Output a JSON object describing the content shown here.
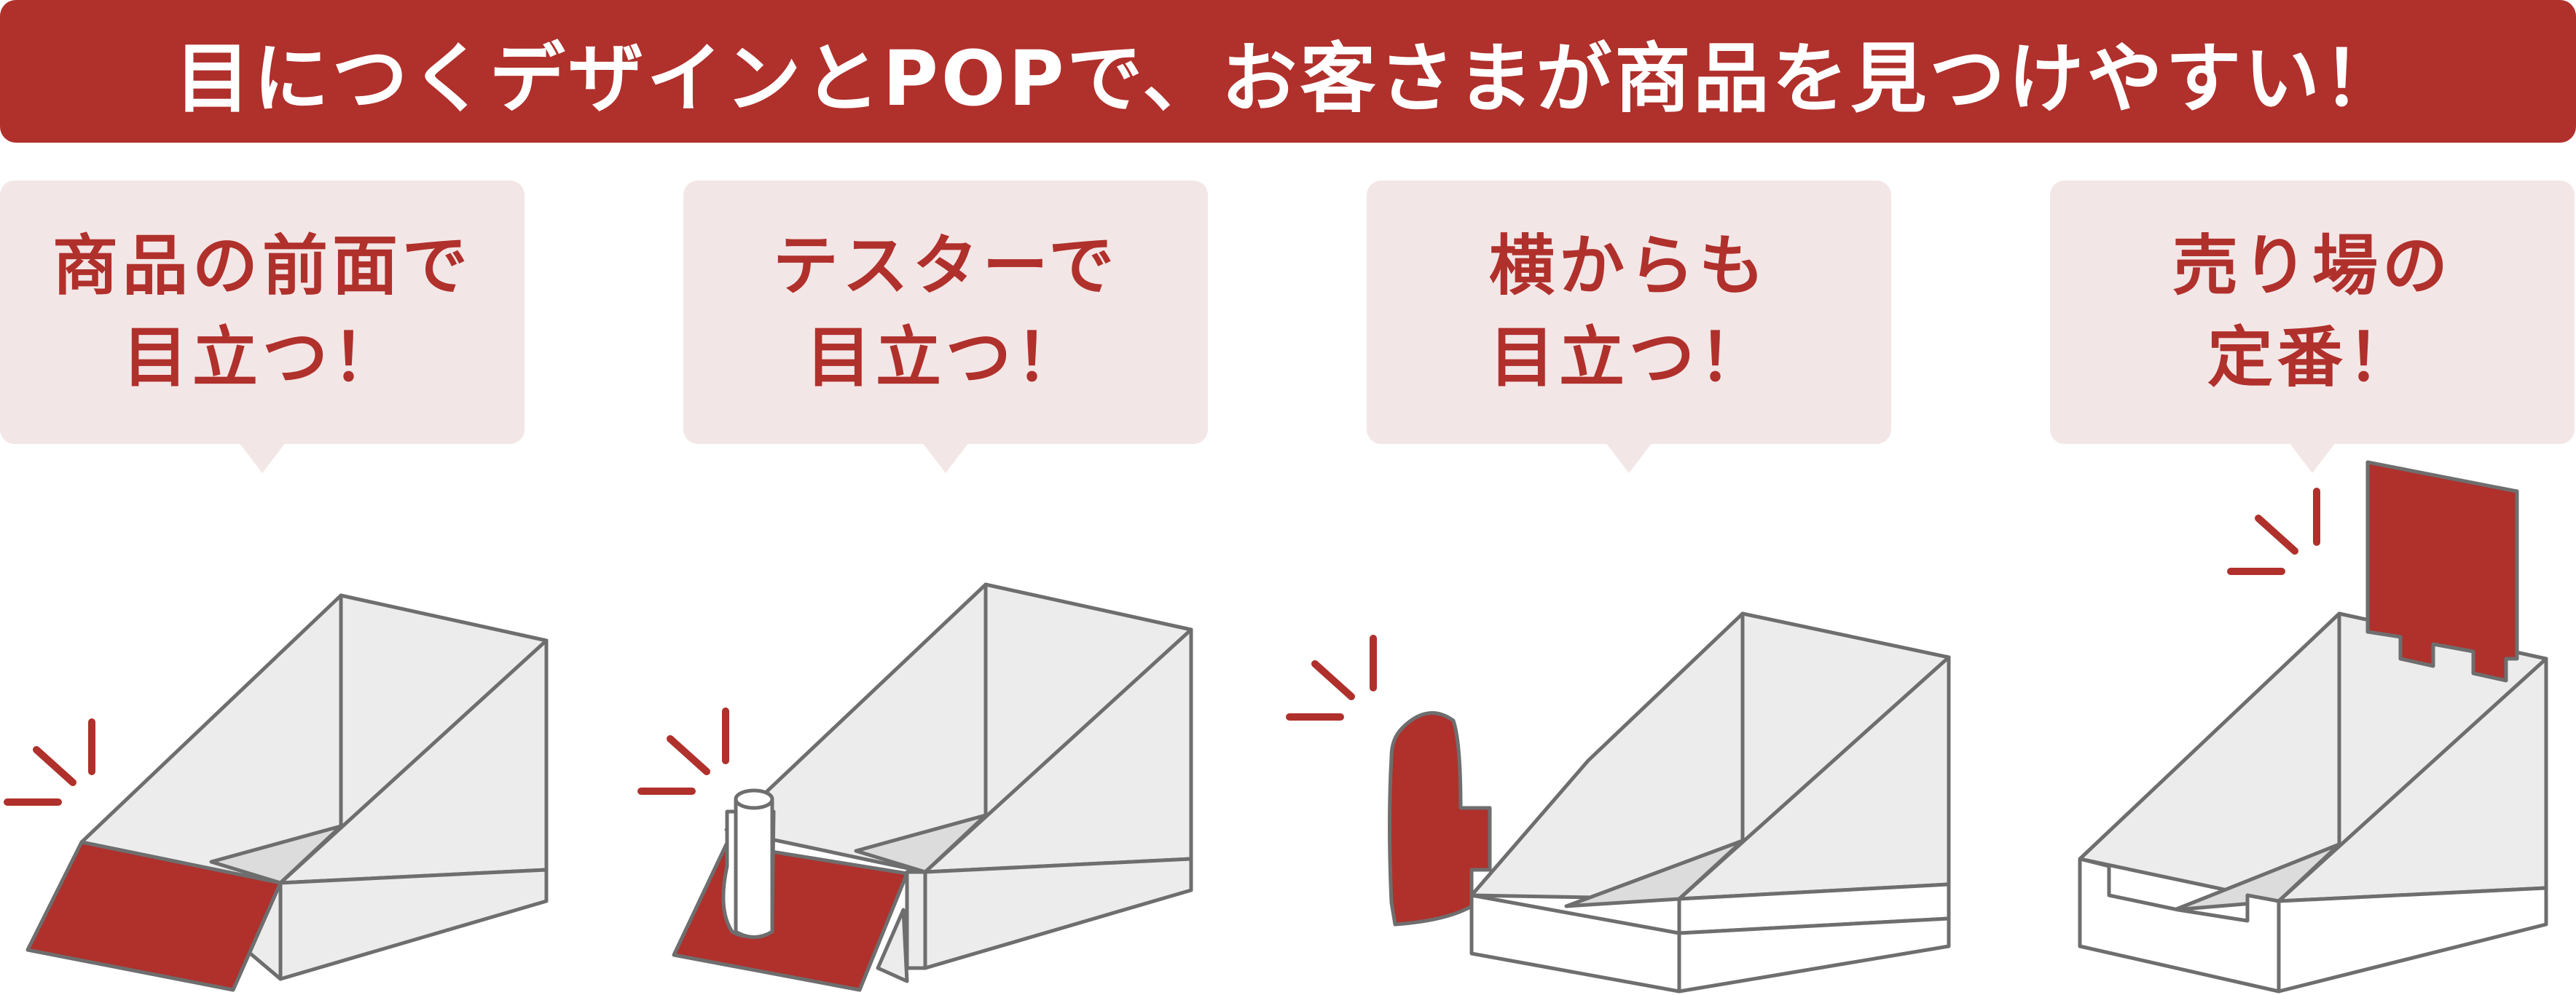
{
  "banner": {
    "text": "目につくデザインとPOPで、お客さまが商品を見つけやすい！"
  },
  "callouts": [
    {
      "line1": "商品の前面で",
      "line2": "目立つ！",
      "illustration": "front-panel-pop"
    },
    {
      "line1": "テスターで",
      "line2": "目立つ！",
      "illustration": "tester-pop"
    },
    {
      "line1": "横からも",
      "line2": "目立つ！",
      "illustration": "side-pop"
    },
    {
      "line1": "売り場の",
      "line2": "定番！",
      "illustration": "header-pop"
    }
  ],
  "colors": {
    "accent": "#b0302c",
    "bubble_bg": "#f3e6e6",
    "box_fill": "#ececec",
    "box_floor": "#dcdcdc",
    "box_stroke": "#6e6e6e",
    "white": "#ffffff"
  }
}
